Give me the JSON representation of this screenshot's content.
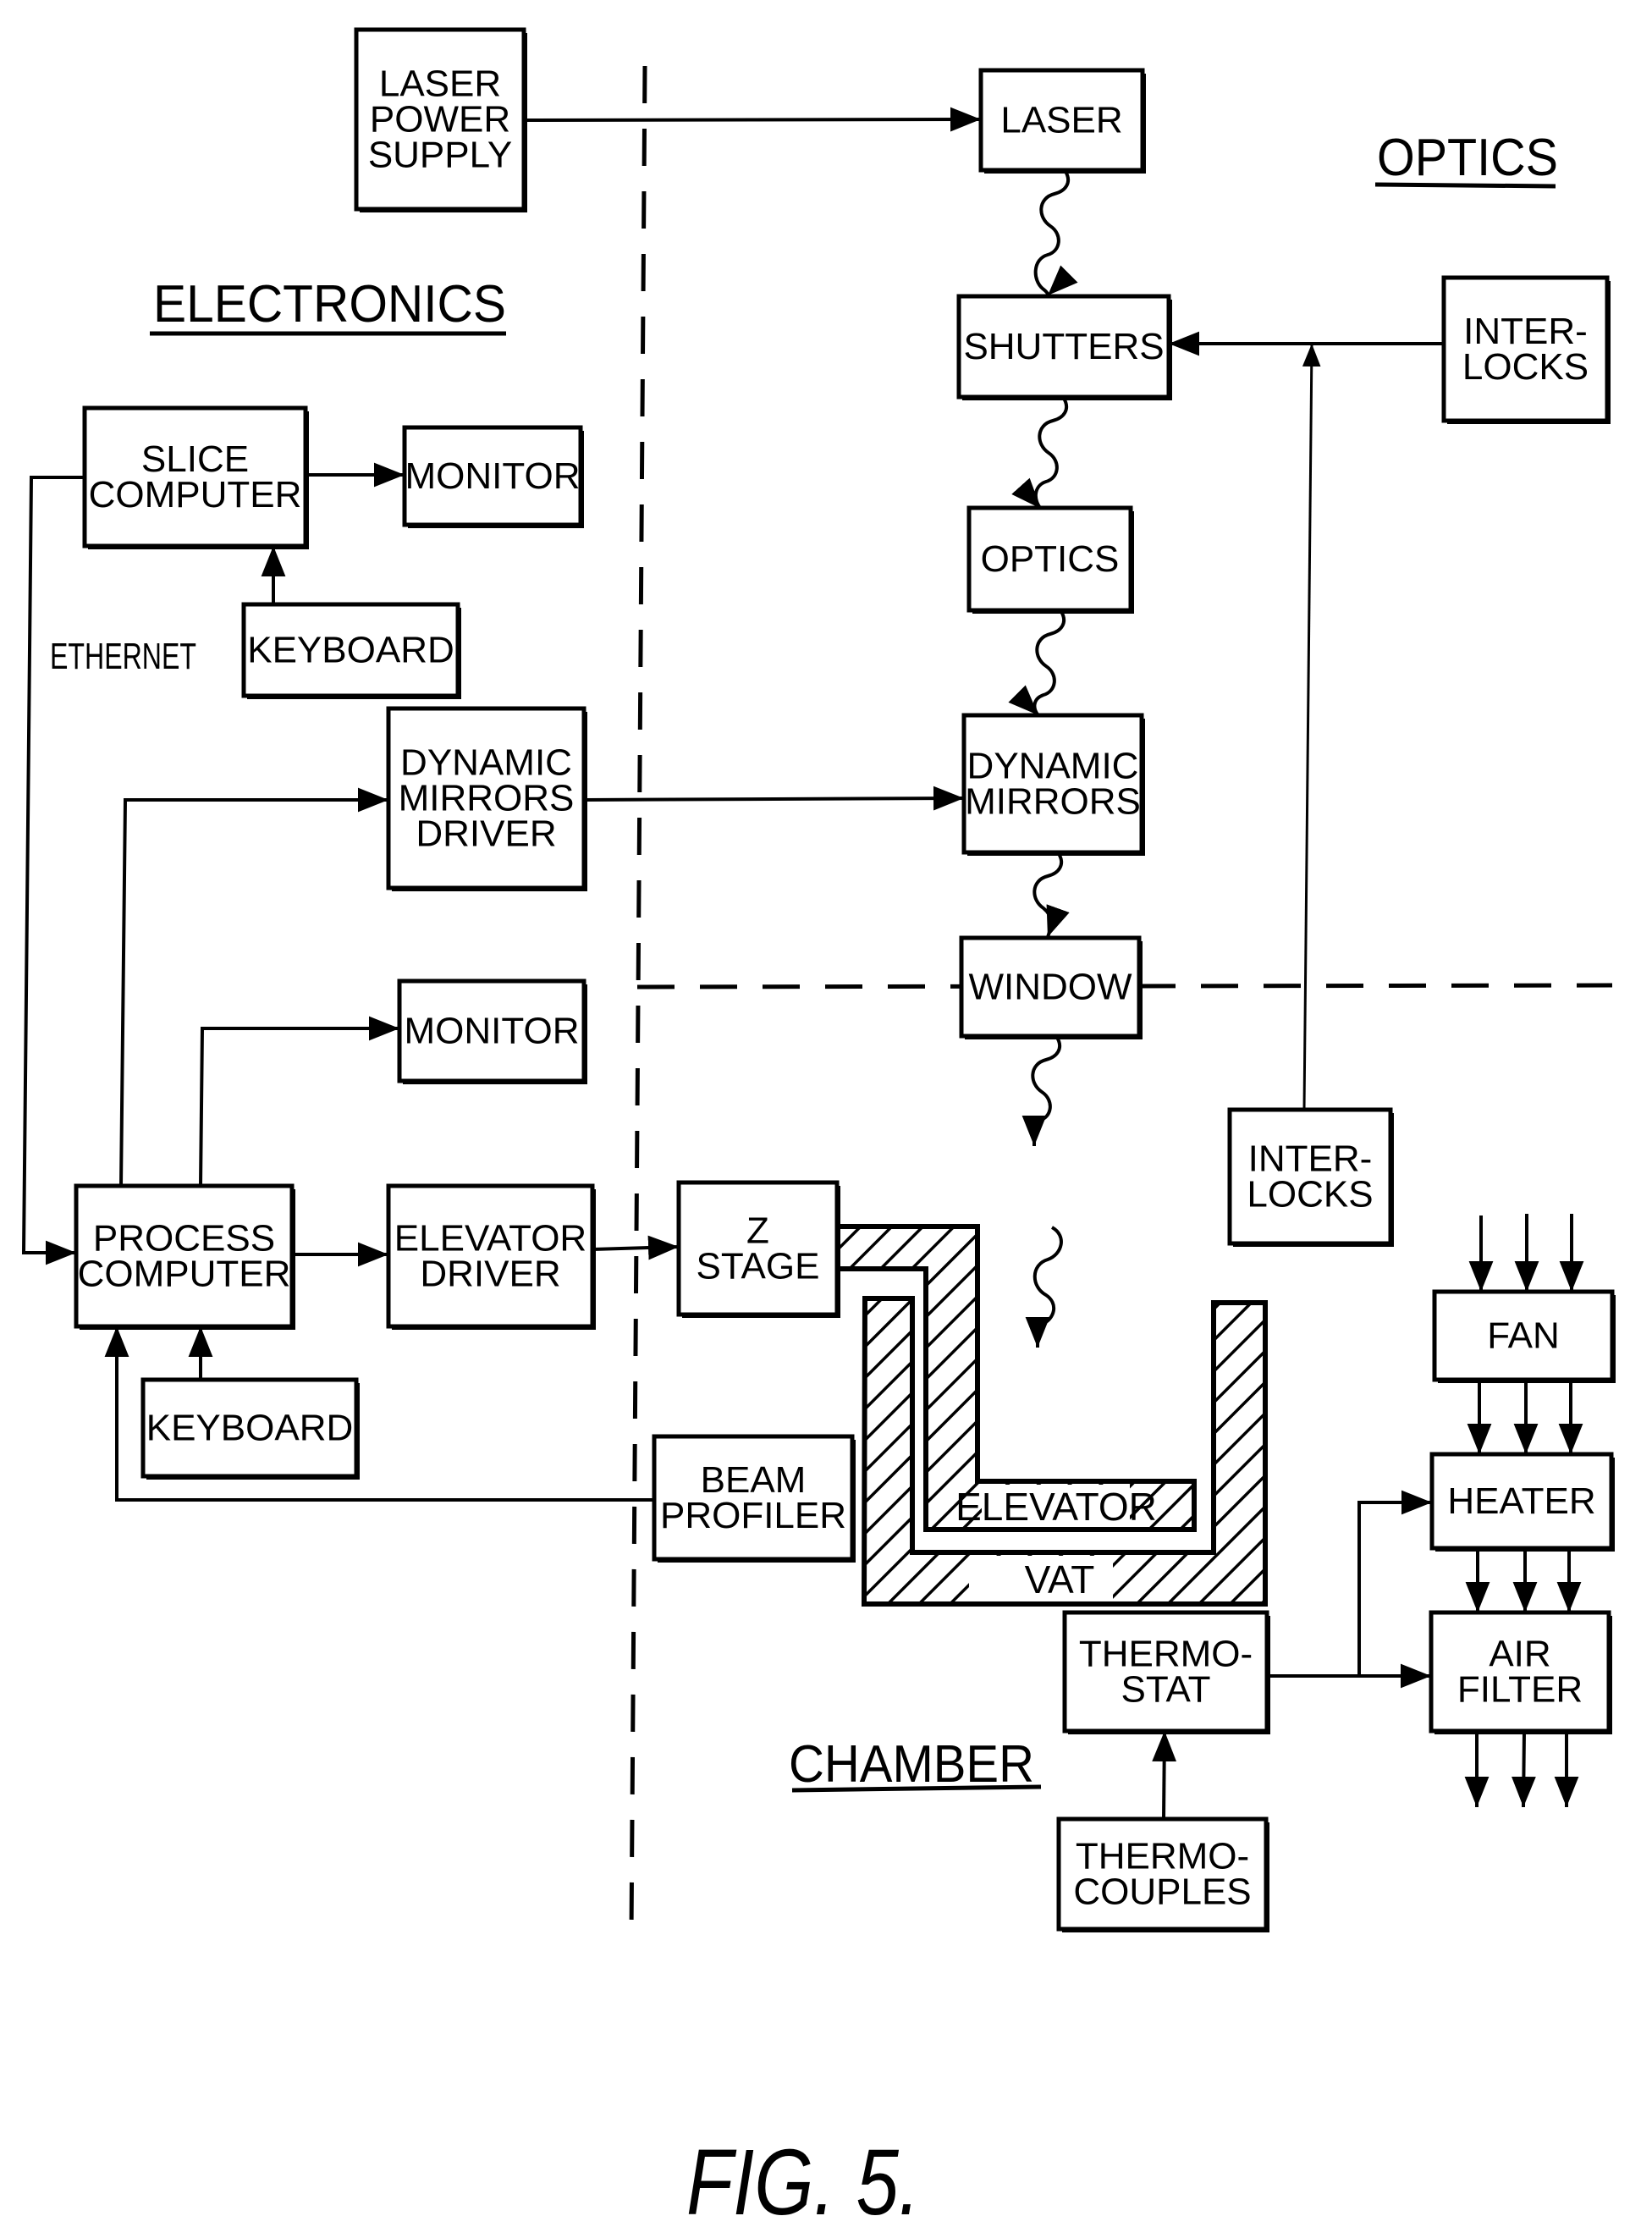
{
  "figure": {
    "caption": "FIG. 5.",
    "sections": {
      "electronics": "ELECTRONICS",
      "optics": "OPTICS",
      "chamber": "CHAMBER"
    },
    "ethernet_label": "ETHERNET",
    "blocks": {
      "laser_power_supply": [
        "LASER",
        "POWER",
        "SUPPLY"
      ],
      "slice_computer": [
        "SLICE",
        "COMPUTER"
      ],
      "monitor_slice": [
        "MONITOR"
      ],
      "keyboard_slice": [
        "KEYBOARD"
      ],
      "dynamic_mirrors_driver": [
        "DYNAMIC",
        "MIRRORS",
        "DRIVER"
      ],
      "monitor_process": [
        "MONITOR"
      ],
      "process_computer": [
        "PROCESS",
        "COMPUTER"
      ],
      "elevator_driver": [
        "ELEVATOR",
        "DRIVER"
      ],
      "keyboard_process": [
        "KEYBOARD"
      ],
      "laser": [
        "LASER"
      ],
      "shutters": [
        "SHUTTERS"
      ],
      "optics": [
        "OPTICS"
      ],
      "dynamic_mirrors": [
        "DYNAMIC",
        "MIRRORS"
      ],
      "window": [
        "WINDOW"
      ],
      "interlocks_optics": [
        "INTER-",
        "LOCKS"
      ],
      "interlocks_chamber": [
        "INTER-",
        "LOCKS"
      ],
      "z_stage": [
        "Z",
        "STAGE"
      ],
      "beam_profiler": [
        "BEAM",
        "PROFILER"
      ],
      "fan": [
        "FAN"
      ],
      "heater": [
        "HEATER"
      ],
      "air_filter": [
        "AIR",
        "FILTER"
      ],
      "thermostat": [
        "THERMO-",
        "STAT"
      ],
      "thermocouples": [
        "THERMO-",
        "COUPLES"
      ]
    },
    "parts": {
      "elevator": "ELEVATOR",
      "vat": "VAT"
    },
    "connections": [
      {
        "from": "laser_power_supply",
        "to": "laser",
        "type": "signal"
      },
      {
        "from": "slice_computer",
        "to": "monitor_slice",
        "type": "signal"
      },
      {
        "from": "keyboard_slice",
        "to": "slice_computer",
        "type": "signal"
      },
      {
        "from": "slice_computer",
        "to": "process_computer",
        "type": "ethernet"
      },
      {
        "from": "process_computer",
        "to": "dynamic_mirrors_driver",
        "type": "signal"
      },
      {
        "from": "process_computer",
        "to": "monitor_process",
        "type": "signal"
      },
      {
        "from": "process_computer",
        "to": "elevator_driver",
        "type": "signal"
      },
      {
        "from": "keyboard_process",
        "to": "process_computer",
        "type": "signal"
      },
      {
        "from": "beam_profiler",
        "to": "process_computer",
        "type": "signal"
      },
      {
        "from": "dynamic_mirrors_driver",
        "to": "dynamic_mirrors",
        "type": "signal"
      },
      {
        "from": "elevator_driver",
        "to": "z_stage",
        "type": "signal"
      },
      {
        "from": "laser",
        "to": "shutters",
        "type": "beam"
      },
      {
        "from": "shutters",
        "to": "optics",
        "type": "beam"
      },
      {
        "from": "optics",
        "to": "dynamic_mirrors",
        "type": "beam"
      },
      {
        "from": "dynamic_mirrors",
        "to": "window",
        "type": "beam"
      },
      {
        "from": "window",
        "to": "vat",
        "type": "beam"
      },
      {
        "from": "interlocks_optics",
        "to": "shutters",
        "type": "signal"
      },
      {
        "from": "interlocks_chamber",
        "to": "shutters",
        "type": "signal"
      },
      {
        "from": "fan",
        "to": "heater",
        "type": "airflow"
      },
      {
        "from": "heater",
        "to": "air_filter",
        "type": "airflow"
      },
      {
        "from": "thermostat",
        "to": "heater",
        "type": "signal"
      },
      {
        "from": "thermostat",
        "to": "air_filter",
        "type": "signal"
      },
      {
        "from": "thermocouples",
        "to": "thermostat",
        "type": "signal"
      }
    ]
  }
}
